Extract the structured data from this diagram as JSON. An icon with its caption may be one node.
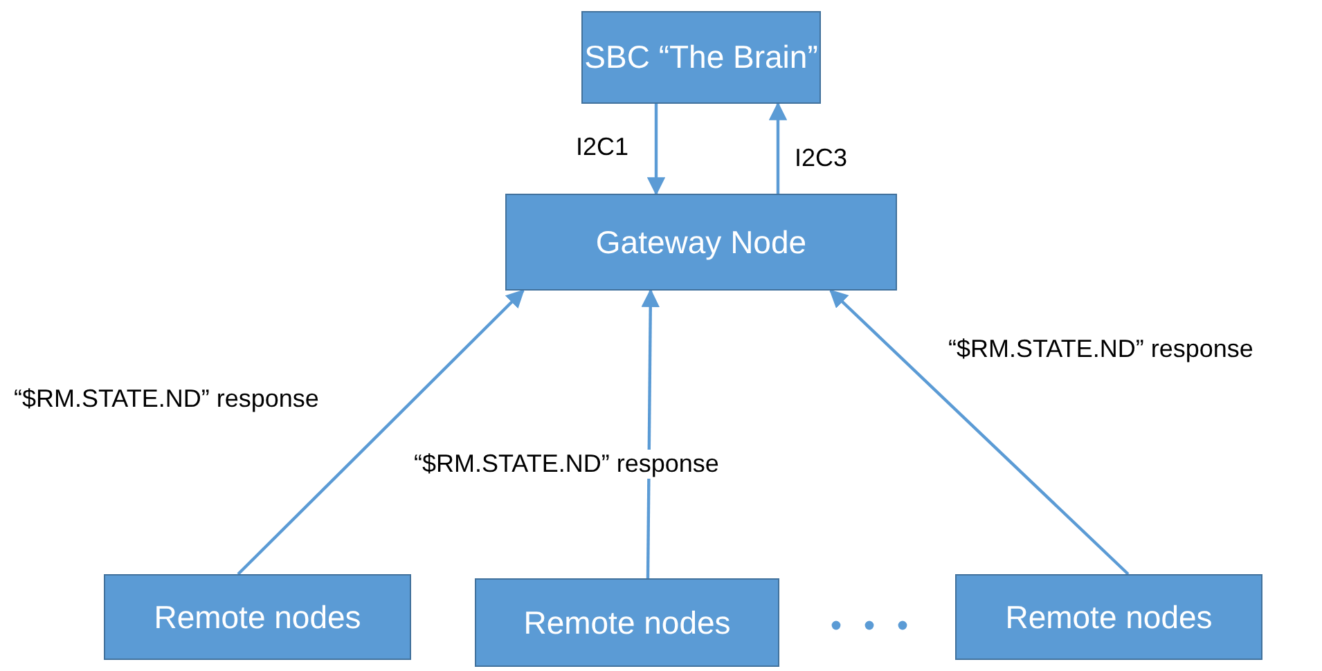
{
  "diagram": {
    "nodes": [
      {
        "text": [
          "SBC “The Brain”"
        ]
      },
      {
        "text": [
          "Gateway Node"
        ]
      },
      {
        "text": [
          "Remote nodes"
        ]
      },
      {
        "text": [
          "Remote nodes"
        ]
      },
      {
        "text": [
          "Remote nodes"
        ]
      }
    ],
    "edges": [
      {
        "from": 0,
        "to": 1,
        "arrow": "to",
        "label": "I2C1"
      },
      {
        "from": 1,
        "to": 0,
        "arrow": "to",
        "label": "I2C3"
      },
      {
        "from": 2,
        "to": 1,
        "arrow": "to",
        "label": "“$RM.STATE.ND” response"
      },
      {
        "from": 3,
        "to": 1,
        "arrow": "to",
        "label": "“$RM.STATE.ND” response"
      },
      {
        "from": 4,
        "to": 1,
        "arrow": "to",
        "label": "“$RM.STATE.ND” response"
      }
    ]
  }
}
